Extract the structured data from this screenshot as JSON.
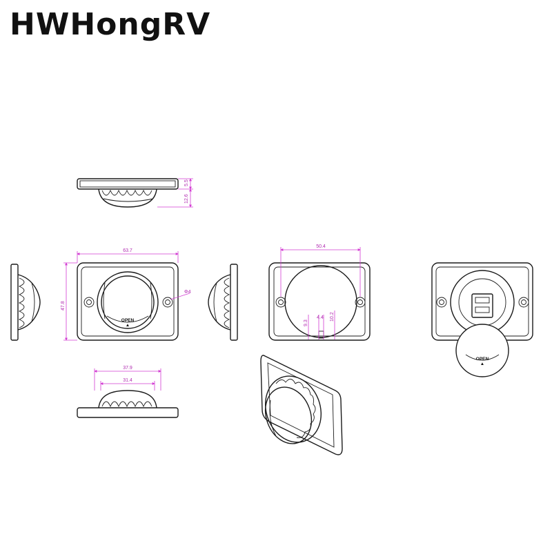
{
  "brand": "HWHongRV",
  "dimensions": {
    "top_thickness": "5.5",
    "top_height": "12.6",
    "width": "63.7",
    "height": "47.8",
    "hole": "Φ4",
    "inner_width": "50.4",
    "d1": "9.3",
    "d2": "4.4",
    "d3": "10.2",
    "base_outer": "37.9",
    "base_inner": "31.4"
  },
  "marks": {
    "open": "OPEN"
  },
  "colors": {
    "line": "#1a1a1a",
    "dimension": "#d23bd2"
  }
}
